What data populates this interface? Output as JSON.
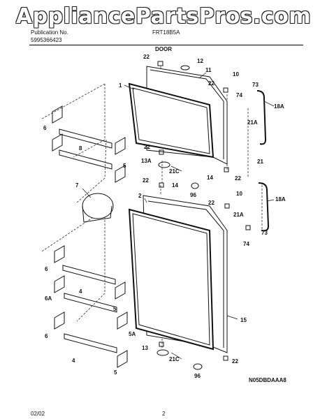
{
  "header": {
    "watermark": "AppliancePartsPros.com",
    "publication_label": "Publication No.",
    "publication_number": "5995366423",
    "model": "FRT18B5A",
    "section_title": "DOOR"
  },
  "footer": {
    "date": "02/02",
    "page": "2",
    "diagram_code": "N05DBDAAA8"
  },
  "callouts": {
    "c22a": "22",
    "c12": "12",
    "c11": "11",
    "c1": "1",
    "c10a": "10",
    "c22b": "22",
    "c73a": "73",
    "c74a": "74",
    "c18Aa": "18A",
    "c21Aa": "21A",
    "c6a": "6",
    "c8": "8",
    "c5a": "5",
    "c22c": "22",
    "c13A": "13A",
    "c21Ca": "21C",
    "c22d": "22",
    "c21": "21",
    "c22e": "22",
    "c14a": "14",
    "c14b": "14",
    "c96a": "96",
    "c7": "7",
    "c2": "2",
    "c10b": "10",
    "c22f": "22",
    "c18Ab": "18A",
    "c21Ab": "21A",
    "c73b": "73",
    "c74b": "74",
    "c6b": "6",
    "c4a": "4",
    "c6A": "6A",
    "c5b": "5",
    "c15": "15",
    "c6c": "6",
    "c5A": "5A",
    "c13": "13",
    "c21Cb": "21C",
    "c4b": "4",
    "c22g": "22",
    "c5c": "5",
    "c96b": "96"
  }
}
